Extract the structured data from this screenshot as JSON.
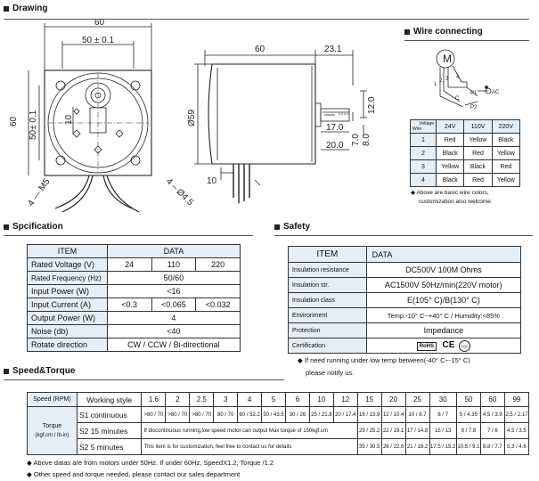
{
  "headings": {
    "drawing": "Drawing",
    "wire": "Wire connecting",
    "spec": "Spcification",
    "safety": "Safety",
    "speed": "Speed&Torque"
  },
  "drawing": {
    "front": {
      "w60": "60",
      "w50": "50 ± 0.1",
      "h60": "60",
      "h50": "50± 0.1",
      "d10": "10",
      "holes": "4 — M5"
    },
    "side": {
      "len60": "60",
      "shaft": "23.1",
      "dia59": "Ø59",
      "k17": "17.0",
      "k20": "20.0",
      "h12": "12.0",
      "h7": "7.0",
      "h8": "8.0",
      "w10": "10",
      "phi": "4 – Ø4.5"
    }
  },
  "wire": {
    "motor": "M",
    "numbers": [
      "1",
      "2",
      "3",
      "4"
    ],
    "cap_label": "C",
    "sw_labels": [
      "P1",
      "P2"
    ],
    "ac": "AC",
    "table": {
      "corner_top": "Voltage",
      "corner_bottom": "Wire",
      "cols": [
        "24V",
        "110V",
        "220V"
      ],
      "rows": [
        {
          "n": "1",
          "c": [
            "Red",
            "Yellow",
            "Black"
          ]
        },
        {
          "n": "2",
          "c": [
            "Black",
            "Red",
            "Yellow"
          ]
        },
        {
          "n": "3",
          "c": [
            "Yellow",
            "Black",
            "Red"
          ]
        },
        {
          "n": "4",
          "c": [
            "Black",
            "Red",
            "Yellow"
          ]
        }
      ]
    },
    "note1": "Above are basic wire colors,",
    "note2": "customization also welcome."
  },
  "spec": {
    "head": [
      "ITEM",
      "DATA"
    ],
    "rows": [
      {
        "label": "Rated Voltage (V)",
        "v": [
          "24",
          "110",
          "220"
        ]
      },
      {
        "label": "Rated Frequency (Hz)",
        "v": [
          "50/60"
        ]
      },
      {
        "label": "Input Power (W)",
        "v": [
          "<16"
        ]
      },
      {
        "label": "Input Current (A)",
        "v": [
          "<0.3",
          "<0.065",
          "<0.032"
        ]
      },
      {
        "label": "Output Power (W)",
        "v": [
          "4"
        ]
      },
      {
        "label": "Noise (db)",
        "v": [
          "<40"
        ]
      },
      {
        "label": "Rotate direction",
        "v": [
          "CW / CCW / Bi-directional"
        ]
      }
    ]
  },
  "safety": {
    "head": [
      "ITEM",
      "DATA"
    ],
    "rows": [
      {
        "label": "Insulation resistance",
        "value": "DC500V  100M Ohms"
      },
      {
        "label": "Insulation str.",
        "value": "AC1500V 50Hz/min(220V motor)"
      },
      {
        "label": "Insulation class",
        "value": "E(105° C)/B(130° C)"
      },
      {
        "label": "Environment",
        "value": "Temp:-10° C~+40° C / Humidity:<85%"
      },
      {
        "label": "Protection",
        "value": "Impedance"
      },
      {
        "label": "Certification",
        "value": ""
      }
    ],
    "cert": {
      "rohs": "RoHS",
      "ce": "CE",
      "cqc": "CQC"
    },
    "note1": "If need running under low temp between(-40° C~-15° C)",
    "note2": "please notify us."
  },
  "speed": {
    "corner": "Speed (RPM)",
    "ws": "Working style",
    "rpm": [
      "1.6",
      "2",
      "2.5",
      "3",
      "4",
      "5",
      "6",
      "10",
      "12",
      "15",
      "20",
      "25",
      "30",
      "50",
      "60",
      "99"
    ],
    "torque_label1": "Torque",
    "torque_label2": "(kgf.cm / lb-in)",
    "s1": {
      "style": "S1 continuous",
      "values": [
        ">80 / 70",
        ">80 / 70",
        ">80 / 70",
        "80 / 70",
        "60 / 52.2",
        "50 / 43.5",
        "30 / 26",
        "25 / 21.8",
        "20 / 17.4",
        "16 / 13.9",
        "12 / 10.4",
        "10 / 8.7",
        "8 / 7",
        "5 / 4.35",
        "4.5 / 3.9",
        "2.5 / 2.17"
      ]
    },
    "s15": {
      "style": "S2 15 minutes",
      "note": "If discontinuous running,low speed motor can output Max torque of 150kgf.cm",
      "values": [
        "29 / 25.2",
        "22 / 19.1",
        "17 / 14.8",
        "15 / 13",
        "9 / 7.8",
        "7 / 6",
        "4.5 / 3.5"
      ]
    },
    "s5": {
      "style": "S2  5  minutes",
      "note": "This item is for customization, feel free to  contact us for details",
      "values": [
        "35 / 30.5",
        "26 / 22.6",
        "21 / 18.2",
        "17.5 / 15.2",
        "10.5 / 9.1",
        "8.8 / 7.7",
        "5.3 / 4.6"
      ]
    },
    "foot1": "Above datas are from motors under 50Hz. If under 60Hz, SpeedX1.2, Torque /1.2",
    "foot2": "Other speed and torque needed, please contact our sales department"
  },
  "colors": {
    "header_fill": "#e3eef6",
    "line": "#333333"
  }
}
